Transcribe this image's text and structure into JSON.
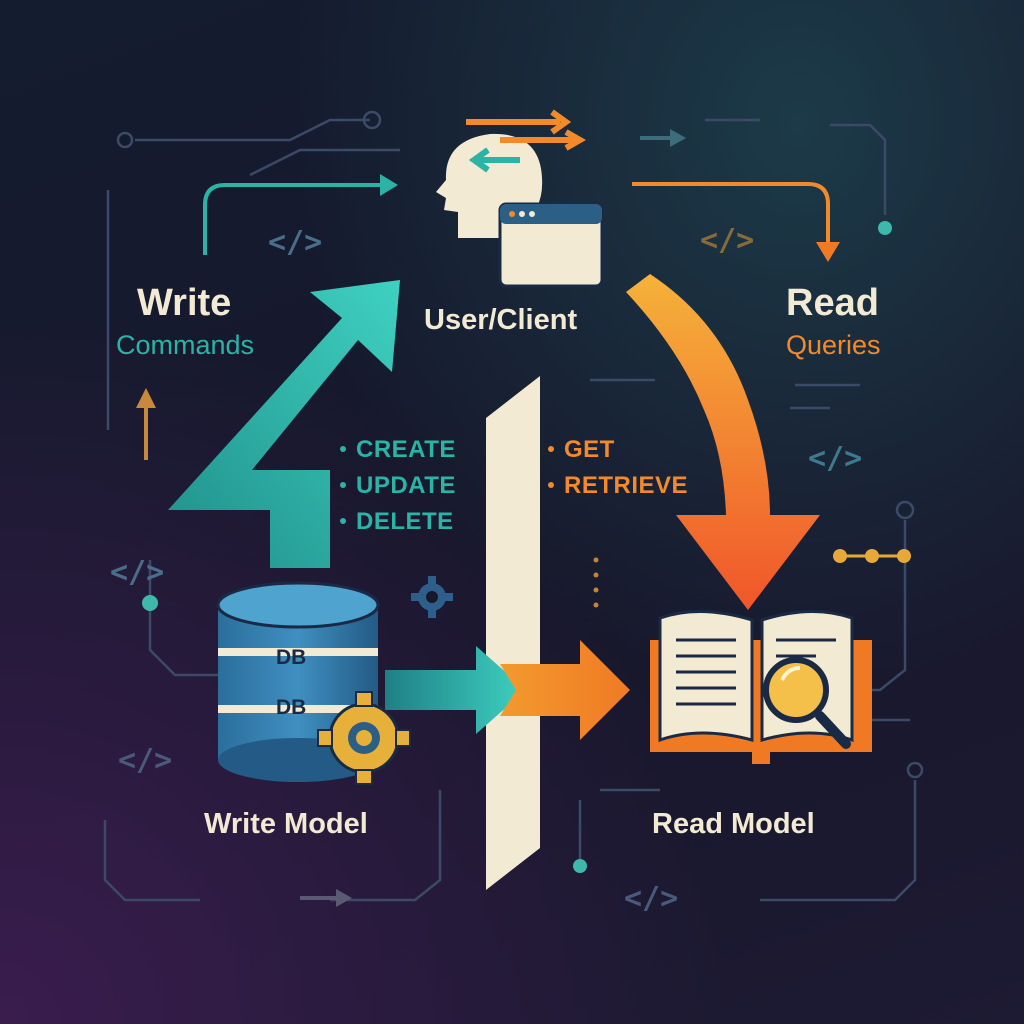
{
  "write_side": {
    "title": "Write",
    "subtitle": "Commands",
    "operations": [
      "CREATE",
      "UPDATE",
      "DELETE"
    ],
    "model_label": "Write Model"
  },
  "read_side": {
    "title": "Read",
    "subtitle": "Queries",
    "operations": [
      "GET",
      "RETRIEVE"
    ],
    "model_label": "Read Model"
  },
  "client": {
    "label": "User/Client"
  },
  "database": {
    "labels": [
      "DB",
      "DB"
    ]
  },
  "decor": {
    "code_tag": "</>"
  },
  "colors": {
    "teal": "#2bb3a6",
    "orange": "#f28a2c",
    "cream": "#f3ead4",
    "gold": "#e7b03a",
    "navy": "#1b2a44",
    "circuit": "#3b4a66"
  },
  "icons": [
    "head-icon",
    "browser-window-icon",
    "database-icon",
    "gear-icon",
    "open-book-icon",
    "magnifier-icon",
    "code-tag-icon"
  ]
}
